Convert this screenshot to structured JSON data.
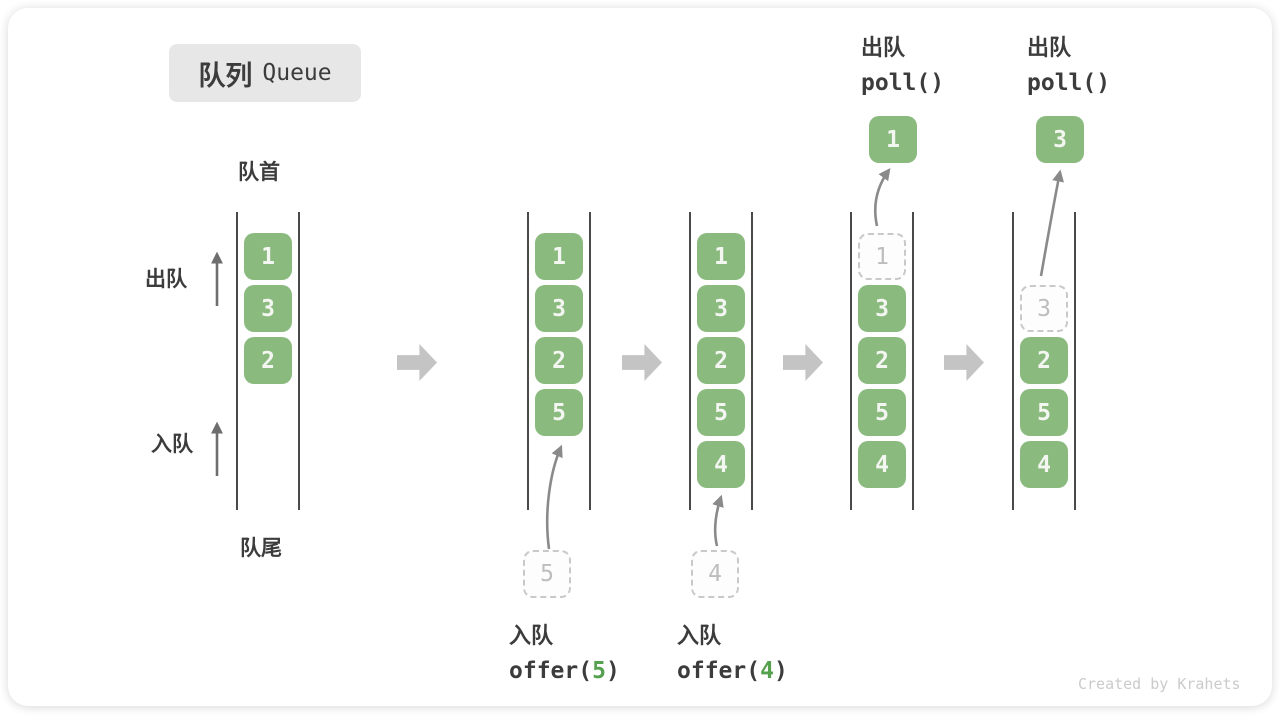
{
  "title": {
    "zh": "队列",
    "en": "Queue"
  },
  "labels": {
    "front": "队首",
    "rear": "队尾",
    "dequeue": "出队",
    "enqueue": "入队"
  },
  "watermark": "Created by Krahets",
  "colors": {
    "box_green": "#8aba7e",
    "code_accent_green": "#55a14e",
    "step_arrow_gray": "#c4c4c4",
    "wall_dark_gray": "#4a4a4a",
    "dashed_border_gray": "#c9c9c9",
    "ghost_text_gray": "#bdbdbd",
    "text_dark": "#3c3c3c",
    "thin_arrow_gray": "#8a8a8a",
    "badge_bg": "#e7e7e7",
    "watermark_gray": "#cbcbcb"
  },
  "queues": [
    {
      "boxes": [
        "1",
        "3",
        "2"
      ]
    },
    {
      "boxes": [
        "1",
        "3",
        "2",
        "5"
      ],
      "incoming": "5"
    },
    {
      "boxes": [
        "1",
        "3",
        "2",
        "5",
        "4"
      ],
      "incoming": "4"
    },
    {
      "ghost": "1",
      "boxes": [
        "3",
        "2",
        "5",
        "4"
      ],
      "polled": "1"
    },
    {
      "ghost": "3",
      "boxes": [
        "2",
        "5",
        "4"
      ],
      "polled": "3"
    }
  ],
  "operations": {
    "enqueue5": {
      "label": "入队",
      "code_prefix": "offer(",
      "arg": "5",
      "code_suffix": ")"
    },
    "enqueue4": {
      "label": "入队",
      "code_prefix": "offer(",
      "arg": "4",
      "code_suffix": ")"
    },
    "poll1": {
      "label": "出队",
      "code": "poll()"
    },
    "poll2": {
      "label": "出队",
      "code": "poll()"
    }
  }
}
